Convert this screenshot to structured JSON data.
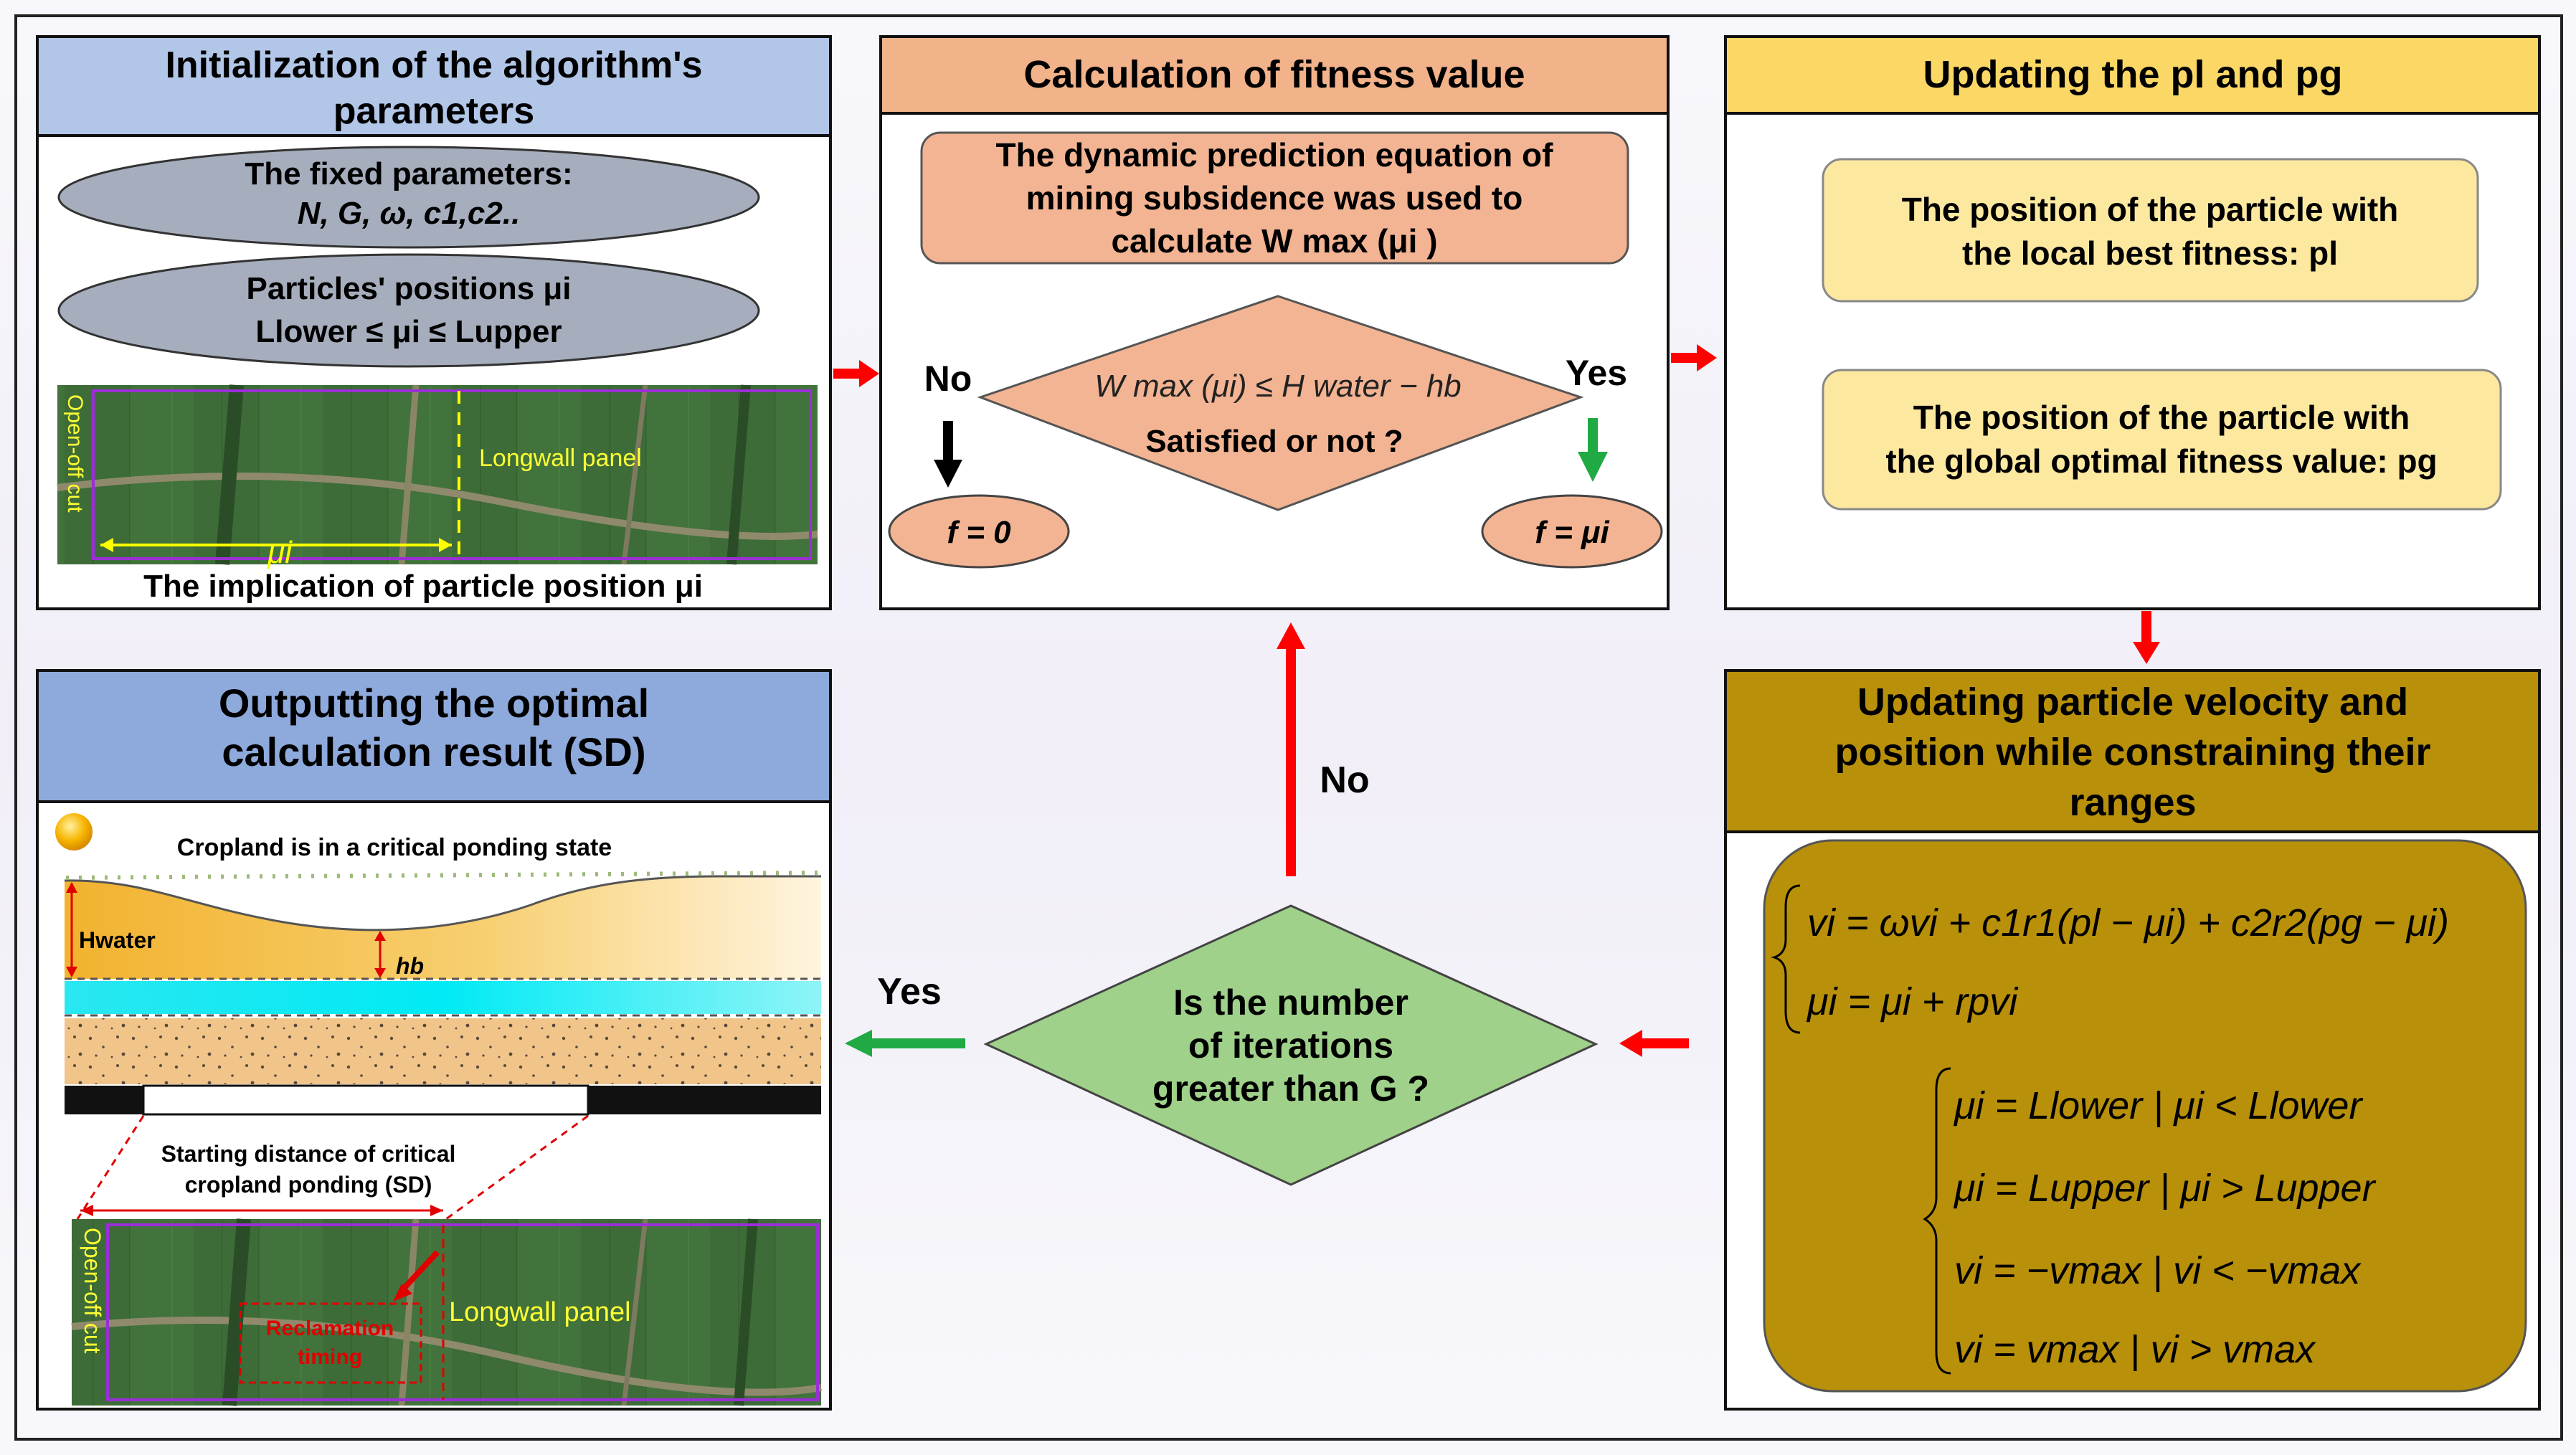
{
  "colors": {
    "blue_header": "#b2c6e8",
    "orange_header": "#f2b28a",
    "yellow_header": "#fbd865",
    "gold": "#b8900a",
    "gray_ellipse": "#a6aebd",
    "salmon": "#f3b493",
    "light_yellow": "#fde8a0",
    "green_diamond": "#9fd18a",
    "red_arrow": "#ff0000",
    "green_arrow": "#1faa44",
    "soil": "#f1c48a",
    "water_band": "#00e8f2"
  },
  "init_box": {
    "title_line1": "Initialization of the algorithm's",
    "title_line2": "parameters",
    "fixed_params_line1": "The fixed parameters:",
    "fixed_params_line2": "N, G, ω, c1,c2..",
    "positions_line1": "Particles' positions μi",
    "positions_line2": "Llower ≤ μi ≤ Lupper",
    "map_open_off_cut": "Open-off cut",
    "map_longwall": "Longwall panel",
    "map_mu_label": "μi",
    "caption": "The implication of particle position μi"
  },
  "fitness_box": {
    "title": "Calculation of fitness value",
    "equation_line1": "The dynamic prediction equation of",
    "equation_line2": "mining subsidence was used to",
    "equation_line3": "calculate W max (μi )",
    "condition_formula": "W max (μi) ≤ H water − hb",
    "condition_question": "Satisfied or not ?",
    "no_label": "No",
    "yes_label": "Yes",
    "f_zero": "f = 0",
    "f_mu": "f = μi"
  },
  "update_box": {
    "title": "Updating the pl and pg",
    "local_line1": "The position of the particle with",
    "local_line2": "the local best fitness: pl",
    "global_line1": "The position of the particle with",
    "global_line2": "the global optimal fitness value: pg"
  },
  "velocity_box": {
    "title_line1": "Updating particle velocity and",
    "title_line2": "position while constraining their",
    "title_line3": "ranges",
    "eq_velocity": "vi = ωvi + c1r1(pl − μi) + c2r2(pg − μi)",
    "eq_position": "μi = μi + rpvi",
    "constraint_1": "μi = Llower | μi < Llower",
    "constraint_2": "μi = Lupper | μi > Lupper",
    "constraint_3": "vi = −vmax | vi < −vmax",
    "constraint_4": "vi = vmax | vi > vmax"
  },
  "decision": {
    "line1": "Is the number",
    "line2": "of iterations",
    "line3": "greater than G ?",
    "no_label": "No",
    "yes_label": "Yes"
  },
  "output_box": {
    "title_line1": "Outputting the optimal",
    "title_line2": "calculation result (SD)",
    "cropland_label": "Cropland is in a critical ponding state",
    "h_water_label": "Hwater",
    "h_b_label": "hb",
    "sd_line1": "Starting distance of critical",
    "sd_line2": "cropland ponding (SD)",
    "map_open_off_cut": "Open-off cut",
    "map_longwall": "Longwall panel",
    "reclamation_line1": "Reclamation",
    "reclamation_line2": "timing"
  }
}
